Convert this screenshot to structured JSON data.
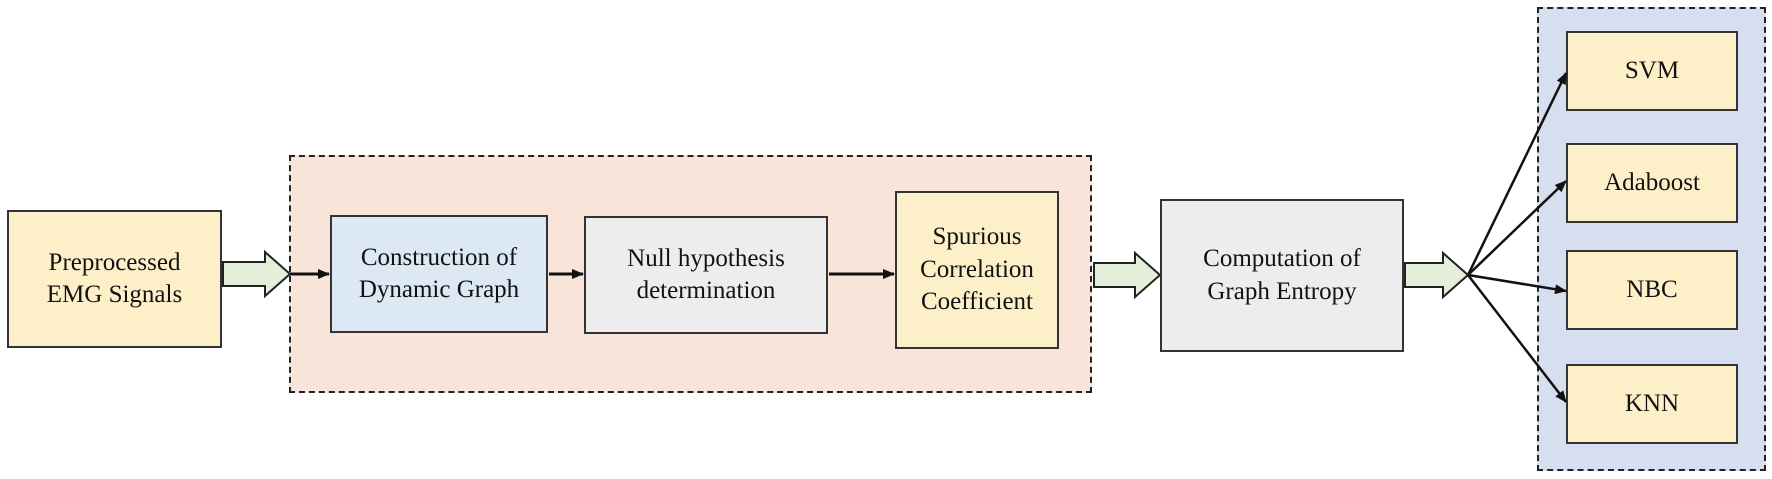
{
  "colors": {
    "yellow_fill": "#fdf0c9",
    "blue_fill": "#dde8f5",
    "gray_fill": "#ededed",
    "pink_group": "#f9e4d9",
    "blue_group": "#d6dff0",
    "arrow_fill": "#e3efd9",
    "line": "#111111"
  },
  "nodes": {
    "input": {
      "lines": [
        "Preprocessed",
        "EMG Signals"
      ]
    },
    "construction": {
      "lines": [
        "Construction of",
        "Dynamic Graph"
      ]
    },
    "null_hypothesis": {
      "lines": [
        "Null hypothesis",
        "determination"
      ]
    },
    "spurious": {
      "lines": [
        "Spurious",
        "Correlation",
        "Coefficient"
      ]
    },
    "entropy": {
      "lines": [
        "Computation of",
        "Graph Entropy"
      ]
    }
  },
  "classifiers": [
    {
      "label": "SVM"
    },
    {
      "label": "Adaboost"
    },
    {
      "label": "NBC"
    },
    {
      "label": "KNN"
    }
  ]
}
